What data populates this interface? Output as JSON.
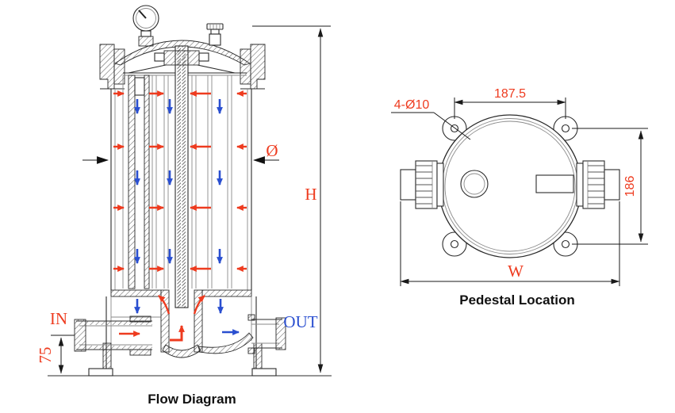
{
  "figures": {
    "flow_diagram": {
      "caption": "Flow Diagram",
      "labels": {
        "inlet": "IN",
        "outlet": "OUT",
        "height": "H",
        "diameter": "Ø",
        "inlet_height": "75"
      }
    },
    "pedestal_location": {
      "caption": "Pedestal Location",
      "labels": {
        "bolt_holes": "4-Ø10",
        "hole_spacing_width": "187.5",
        "hole_spacing_depth": "186",
        "base_width": "W"
      }
    }
  },
  "colors": {
    "inlet_flow_red": "#ee3b1f",
    "outlet_flow_blue": "#2a4fd0",
    "drawing_line": "#2b2b2b",
    "background": "#ffffff"
  }
}
